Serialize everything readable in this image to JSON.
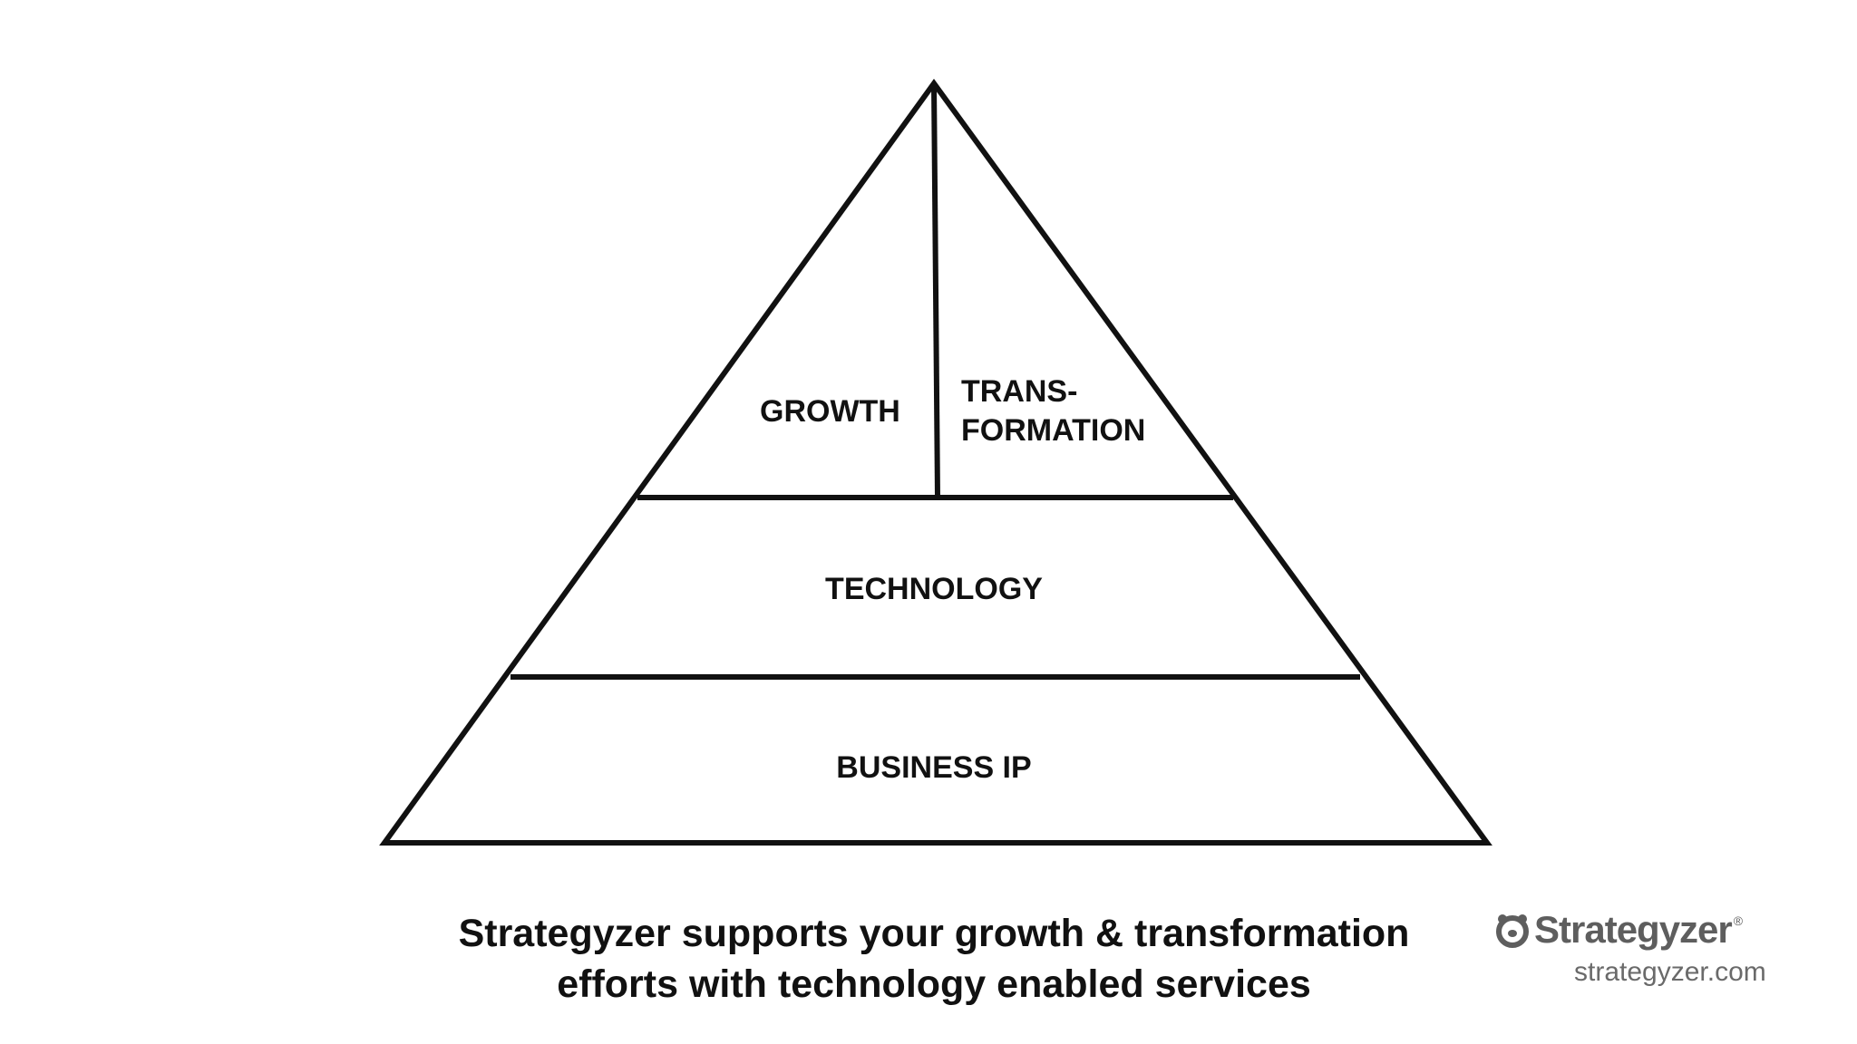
{
  "diagram": {
    "labels": {
      "growth": "GROWTH",
      "transformation_line1": "TRANS-",
      "transformation_line2": "FORMATION",
      "technology": "TECHNOLOGY",
      "business_ip": "BUSINESS IP"
    },
    "stroke_color": "#111111"
  },
  "caption": {
    "line1": "Strategyzer supports your growth & transformation",
    "line2": "efforts with technology enabled services"
  },
  "brand": {
    "name": "Strategyzer",
    "registered": "®",
    "url": "strategyzer.com",
    "logo_icon": "bear-face-icon",
    "color": "#5e5e5e"
  }
}
